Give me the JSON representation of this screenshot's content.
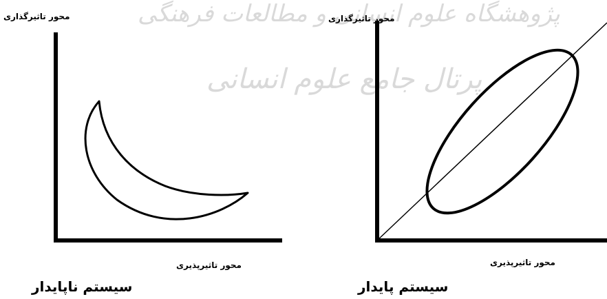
{
  "watermark": {
    "line1": "پژوهشگاه علوم انسانی و مطالعات فرهنگی",
    "line2": "پرتال جامع علوم انسانی"
  },
  "left_panel": {
    "y_axis_label": "محور تاثیرگذاری",
    "x_axis_label": "محور تاثیرپذیری",
    "caption": "سیستم ناپایدار"
  },
  "right_panel": {
    "y_axis_label": "محور تاثیرگذاری",
    "x_axis_label": "محور تاثیرپذیری",
    "caption": "سیستم پایدار"
  },
  "colors": {
    "stroke": "#000000",
    "watermark": "#d9d9d9"
  }
}
